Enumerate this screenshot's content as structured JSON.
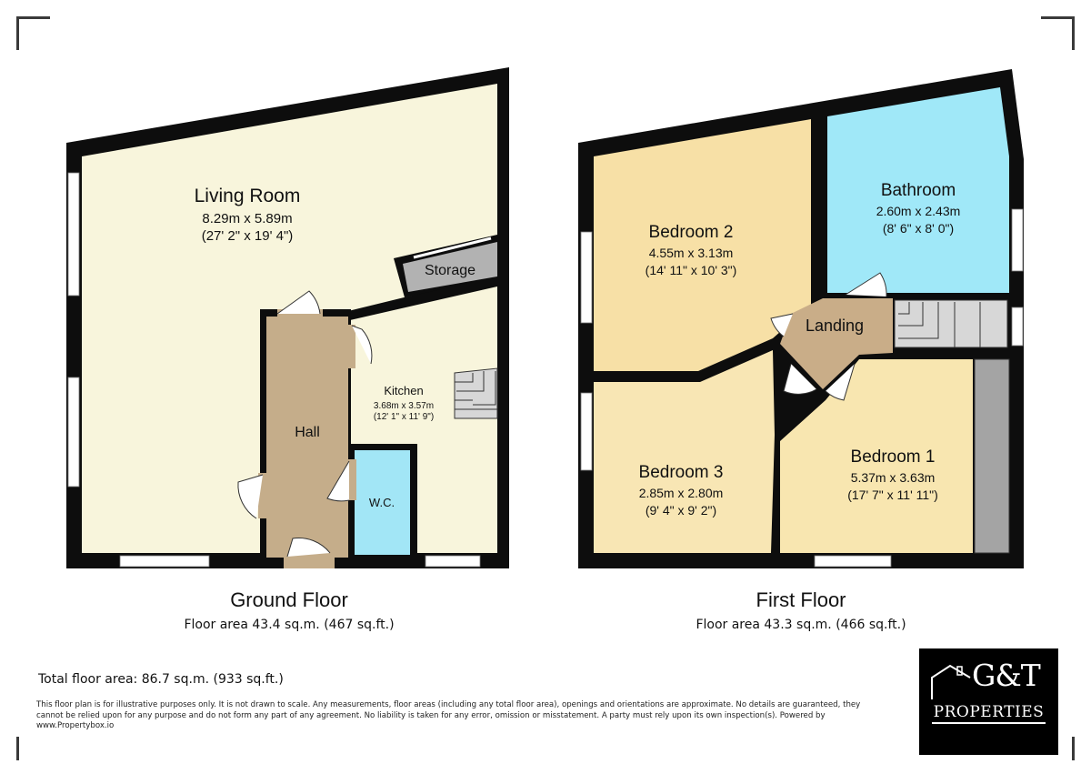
{
  "ground_floor": {
    "title": "Ground Floor",
    "area": "Floor area 43.4 sq.m. (467 sq.ft.)",
    "rooms": {
      "living_room": {
        "name": "Living Room",
        "metric": "8.29m x 5.89m",
        "imperial": "(27' 2\" x 19' 4\")"
      },
      "storage": {
        "name": "Storage"
      },
      "kitchen": {
        "name": "Kitchen",
        "metric": "3.68m x 3.57m",
        "imperial": "(12' 1\" x 11' 9\")"
      },
      "hall": {
        "name": "Hall"
      },
      "wc": {
        "name": "W.C."
      }
    }
  },
  "first_floor": {
    "title": "First Floor",
    "area": "Floor area 43.3 sq.m. (466 sq.ft.)",
    "rooms": {
      "bedroom2": {
        "name": "Bedroom 2",
        "metric": "4.55m x 3.13m",
        "imperial": "(14' 11\" x 10' 3\")"
      },
      "bathroom": {
        "name": "Bathroom",
        "metric": "2.60m x 2.43m",
        "imperial": "(8' 6\" x 8' 0\")"
      },
      "landing": {
        "name": "Landing"
      },
      "bedroom3": {
        "name": "Bedroom 3",
        "metric": "2.85m x 2.80m",
        "imperial": "(9' 4\" x 9' 2\")"
      },
      "bedroom1": {
        "name": "Bedroom 1",
        "metric": "5.37m x 3.63m",
        "imperial": "(17' 7\" x 11' 11\")"
      }
    }
  },
  "total_area": "Total floor area: 86.7 sq.m. (933 sq.ft.)",
  "disclaimer": "This floor plan is for illustrative purposes only. It is not drawn to scale. Any measurements, floor areas (including any total floor area), openings and orientations are approximate. No details are guaranteed, they cannot be relied upon for any purpose and do not form any part of any agreement. No liability is taken for any error, omission or misstatement. A party must rely upon its own inspection(s). Powered by www.Propertybox.io",
  "logo": {
    "top": "G&T",
    "bottom": "PROPERTIES"
  },
  "colors": {
    "wall": "#0d0d0d",
    "living": "#f8f5dc",
    "hall": "#c5ad8a",
    "wc": "#a2e6f6",
    "storage": "#b2b2b2",
    "bedroom2": "#f7e0a6",
    "bedroom3": "#f8e6b4",
    "bedroom1": "#f8e6b0",
    "bathroom": "#a0e8f8",
    "landing": "#c9ad88",
    "stairs": "#d7d7d7",
    "wardrobe": "#a4a4a4"
  }
}
